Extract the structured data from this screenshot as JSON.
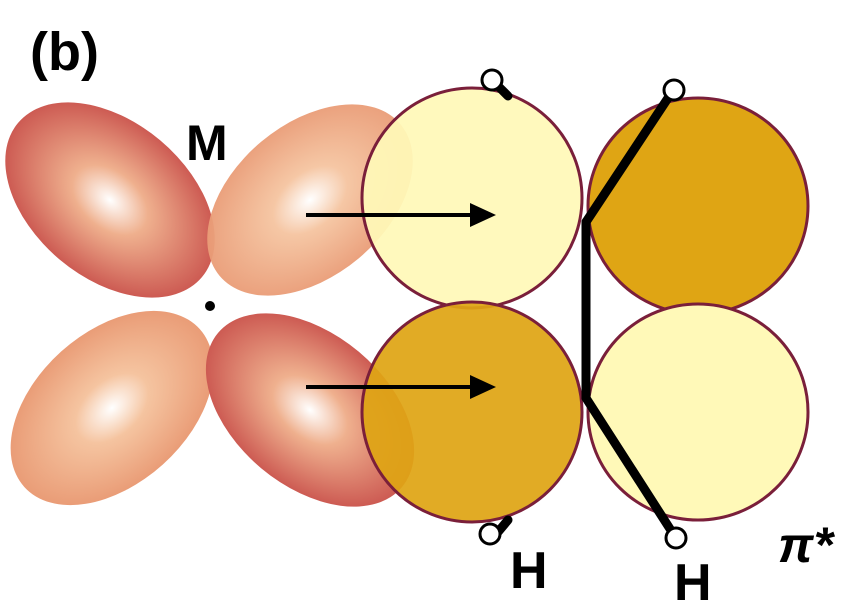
{
  "panel_label": "(b)",
  "metal_label": "M",
  "hydrogen_labels": [
    "H",
    "H"
  ],
  "orbital_label": "π*",
  "colors": {
    "metal_lobe_dark": "#c8463f",
    "metal_lobe_light": "#f7c9a8",
    "lobe_light": "#fff9b8",
    "lobe_dark": "#dfa514",
    "lobe_outline": "#7a1f3a",
    "bond": "#000000"
  }
}
